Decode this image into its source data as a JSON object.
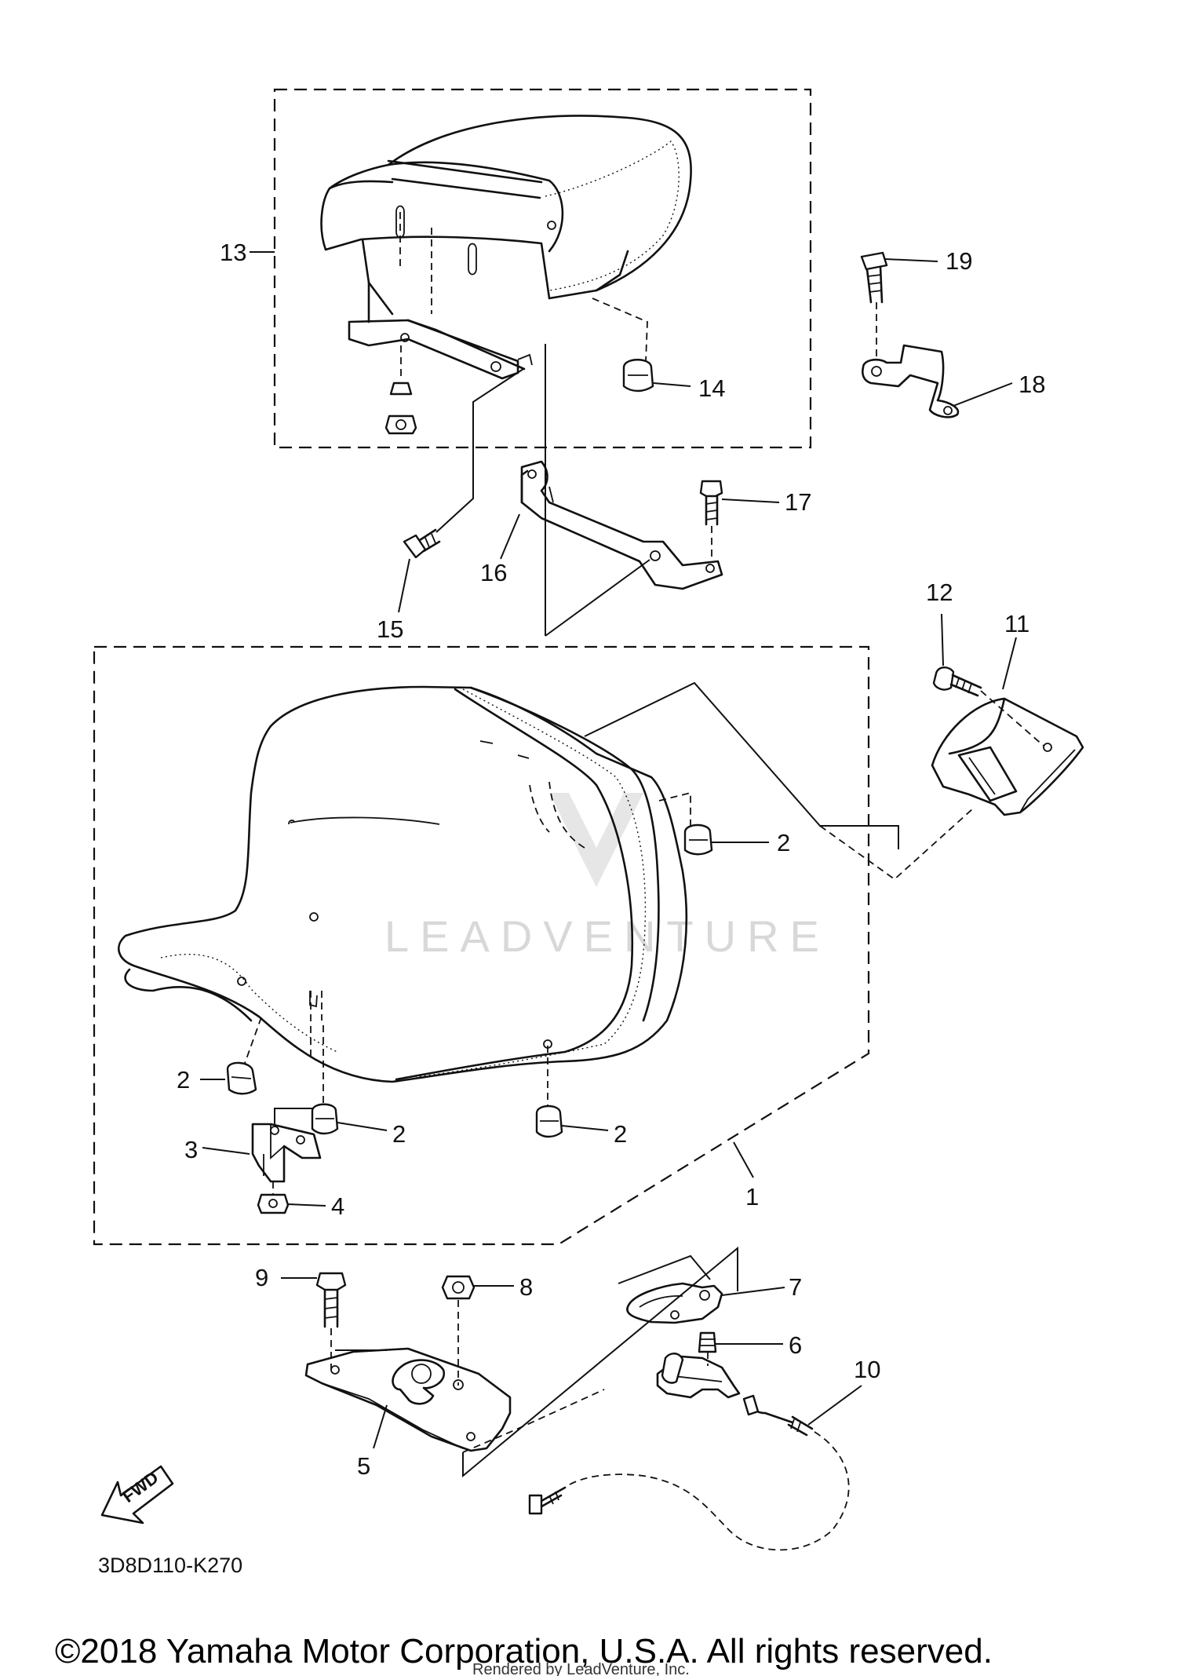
{
  "diagram_code": "3D8D110-K270",
  "copyright": "©2018 Yamaha Motor Corporation, U.S.A. All rights reserved.",
  "rendered_by": "Rendered by LeadVenture, Inc.",
  "watermark": "LEADVENTURE",
  "fwd_label": "FWD",
  "callouts": {
    "c1": "1",
    "c2a": "2",
    "c2b": "2",
    "c2c": "2",
    "c2d": "2",
    "c3": "3",
    "c4": "4",
    "c5": "5",
    "c6": "6",
    "c7": "7",
    "c8": "8",
    "c9": "9",
    "c10": "10",
    "c11": "11",
    "c12": "12",
    "c13": "13",
    "c14": "14",
    "c15": "15",
    "c16": "16",
    "c17": "17",
    "c18": "18",
    "c19": "19"
  }
}
